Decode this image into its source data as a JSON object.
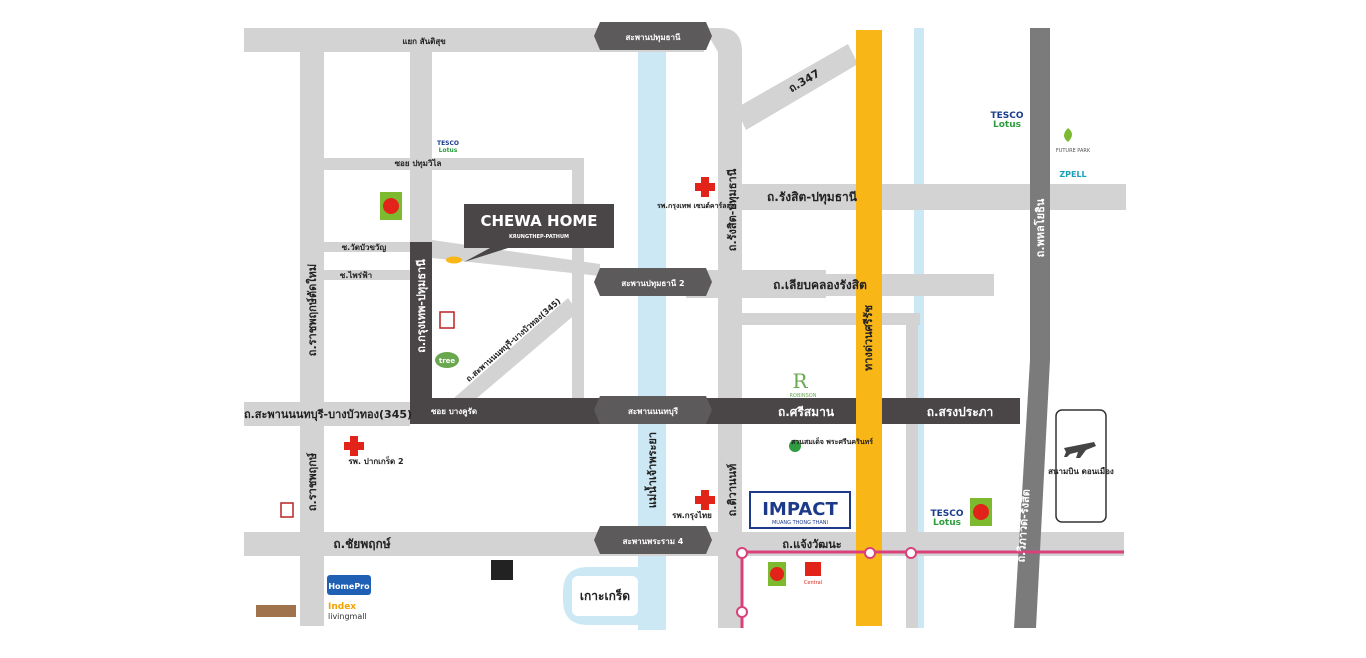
{
  "project": {
    "name": "CHEWA HOME",
    "tagline": "KRUNGTHEP-PATHUM"
  },
  "bridges": {
    "pathumthani": "สะพานปทุมธานี",
    "pathumthani2": "สะพานปทุมธานี 2",
    "nonthaburi": "สะพานนนทบุรี",
    "rama4": "สะพานพระราม 4"
  },
  "roads": {
    "yaek_sansuk": "แยก สันติสุข",
    "rt347": "ถ.347",
    "rangsit_pathumthani_h": "ถ.รังสิต-ปทุมธานี",
    "rangsit_pathumthani_v": "ถ.รังสิต-ปทุมธานี",
    "liab_khlong": "ถ.เลียบคลองรังสิต",
    "si_saman": "ถ.ศรีสมาน",
    "song_prapha": "ถ.สรงประภา",
    "tiwanon": "ถ.ติวานนท์",
    "chaeng_watthana": "ถ.แจ้งวัฒนะ",
    "chaiyaphruek": "ถ.ชัยพฤกษ์",
    "nonthaburi_bangbuathong": "ถ.สะพานนนทบุรี-บางบัวทอง(345)",
    "nonthaburi_bangbuathong_diag": "ถ.สะพานนนทบุรี-บางบัวทอง(345)",
    "ratchaphruek_tatmai": "ถ.ราชพฤกษ์ตัดใหม่",
    "ratchaphruek": "ถ.ราชพฤกษ์",
    "krungthep_pathum": "ถ.กรุงเทพ-ปทุมธานี",
    "phahonyothin": "ถ.พหลโยธิน",
    "vibhavadi": "ถ.วิภาวดี-รังสิต",
    "expressway": "ทางด่วนศรีรัช",
    "soi_pathumwilai": "ซอย ปทุมวิไล",
    "soi_watbuakhwan": "ซ.วัดบัวขวัญ",
    "soi_phraiphar": "ซ.ไพร่ฟ้า",
    "soi_bangkhurat": "ซอย บางคูรัด"
  },
  "places": {
    "river": "แม่น้ำเจ้าพระยา",
    "koh_kret": "เกาะเกร็ด",
    "airport": "สนามบิน ดอนเมือง",
    "hosp_bangkok_central": "รพ.กรุงเทพ เซนต์คาร์ลอส",
    "hosp_pak_kret": "รพ. ปากเกร็ด 2",
    "hosp_krungthai": "รพ.กรุงไทย",
    "park": "สวนสมเด็จ พระศรีนครินทร์",
    "impact": "IMPACT",
    "impact_sub": "MUANG THONG THANI",
    "homepro": "HomePro",
    "index": "Index",
    "index_sub": "livingmall",
    "tesco1": "TESCO",
    "tesco1_sub": "Lotus",
    "tesco2": "TESCO",
    "tesco2_sub": "Lotus",
    "tesco3": "TESCO",
    "tesco3_sub": "Lotus",
    "central": "Central",
    "robinson": "ROBINSON",
    "zpell": "ZPELL",
    "future_park": "FUTURE PARK",
    "tree": "tree"
  },
  "colors": {
    "road": "#d3d3d3",
    "main_road": "#4a4648",
    "river": "#cce8f4",
    "expressway": "#f9b617",
    "highway": "#7b7b7b",
    "rail": "#d9417a",
    "hospital": "#e2231a"
  }
}
